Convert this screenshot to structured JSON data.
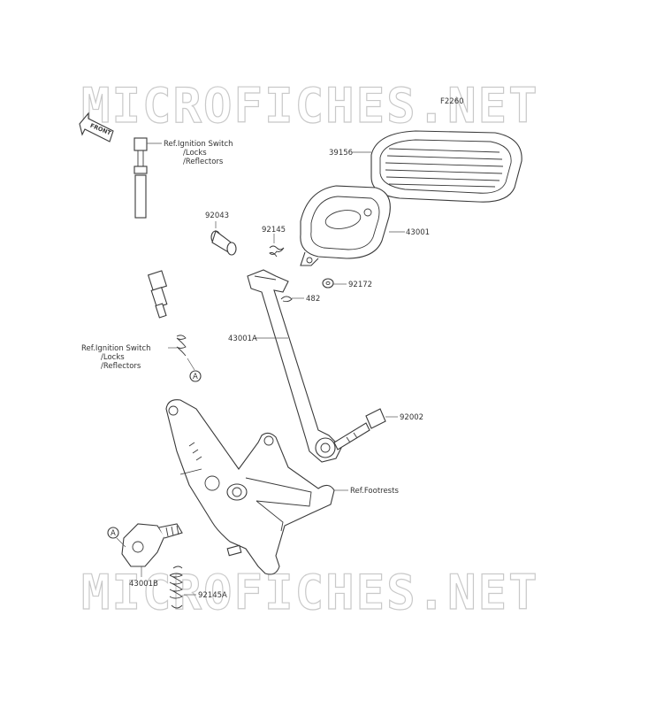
{
  "watermark": "MICROFICHES.NET",
  "diagram_code": "F2260",
  "front_label": "FRONT",
  "ref_ignition_top": [
    "Ref.Ignition Switch",
    "/Locks",
    "/Reflectors"
  ],
  "ref_ignition_mid": [
    "Ref.Ignition Switch",
    "/Locks",
    "/Reflectors"
  ],
  "ref_footrests": "Ref.Footrests",
  "callout_a": "A",
  "parts": {
    "p39156": "39156",
    "p92043": "92043",
    "p92145": "92145",
    "p43001": "43001",
    "p92172": "92172",
    "p482": "482",
    "p43001A": "43001A",
    "p92002": "92002",
    "p43001B": "43001B",
    "p92145A": "92145A"
  }
}
